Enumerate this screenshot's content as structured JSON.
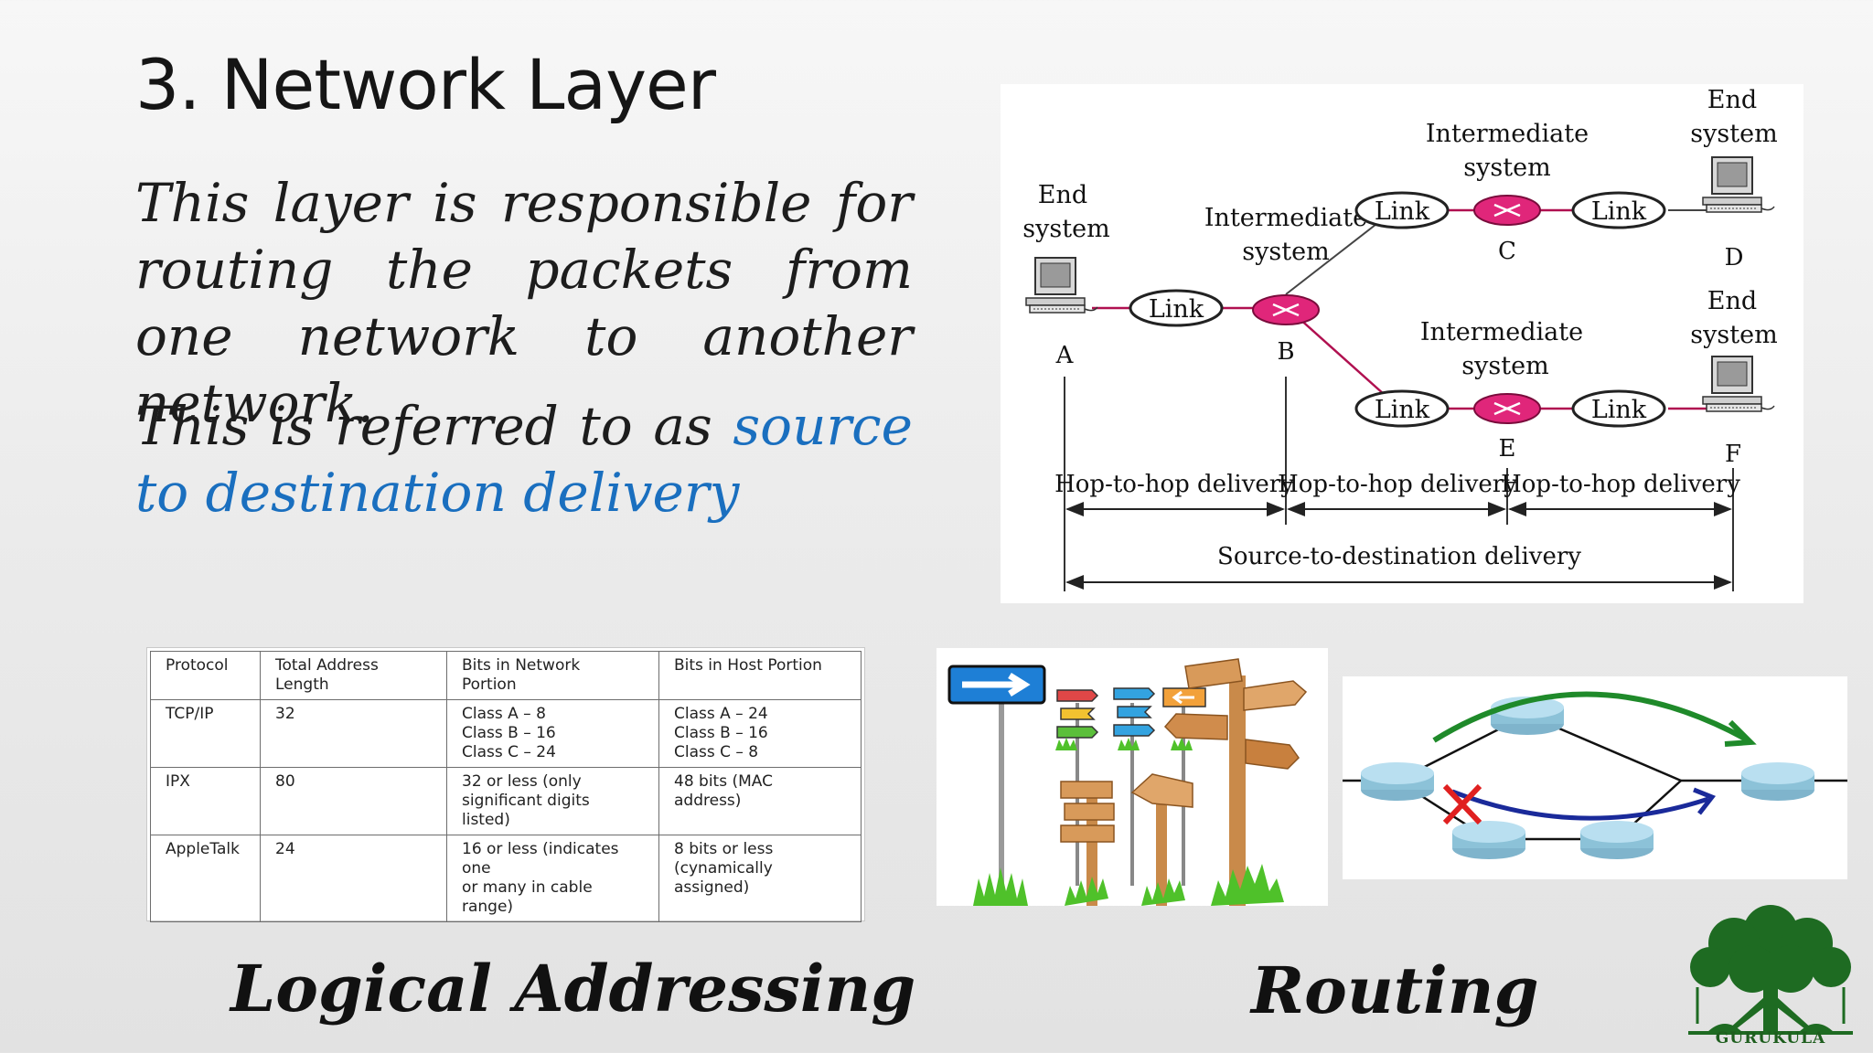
{
  "slide": {
    "title": "3. Network Layer",
    "para1": "This layer is responsible for routing the packets from one network to another network.",
    "para2_prefix": "This is referred to as ",
    "para2_highlight": "source to destination delivery",
    "caption_left": "Logical Addressing",
    "caption_right": "Routing",
    "highlight_color": "#1a6fbf"
  },
  "diagram": {
    "end_system_a": [
      "End",
      "system"
    ],
    "end_system_d": [
      "End",
      "system"
    ],
    "end_system_f": [
      "End",
      "system"
    ],
    "intermediate_b": [
      "Intermediate",
      "system"
    ],
    "intermediate_c": [
      "Intermediate",
      "system"
    ],
    "intermediate_e": [
      "Intermediate",
      "system"
    ],
    "node_labels": {
      "a": "A",
      "b": "B",
      "c": "C",
      "d": "D",
      "e": "E",
      "f": "F"
    },
    "link_label": "Link",
    "hop_label": "Hop-to-hop delivery",
    "source_dest_label": "Source-to-destination delivery",
    "router_color": "#e0267a"
  },
  "table": {
    "headers": [
      "Protocol",
      "Total Address\nLength",
      "Bits in Network\nPortion",
      "Bits in Host Portion"
    ],
    "rows": [
      [
        "TCP/IP",
        "32",
        "Class A – 8\nClass B – 16\nClass C – 24",
        "Class A – 24\nClass B – 16\nClass C – 8"
      ],
      [
        "IPX",
        "80",
        "32 or less (only\nsignificant digits\nlisted)",
        "48 bits (MAC\naddress)"
      ],
      [
        "AppleTalk",
        "24",
        "16 or less (indicates\none\nor many in cable\nrange)",
        "8 bits or less\n(cynamically\nassigned)"
      ]
    ]
  },
  "logo": {
    "text": "GURUKULA",
    "color": "#1e5e1e"
  }
}
